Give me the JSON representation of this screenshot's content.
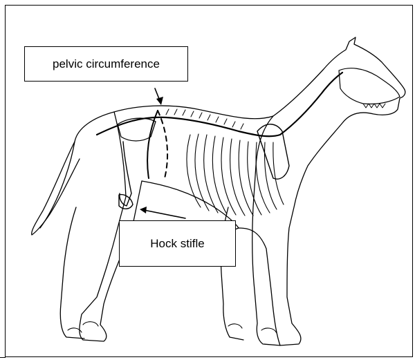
{
  "diagram": {
    "subject": "dog skeleton lateral view",
    "labels": {
      "pelvic": "pelvic circumference",
      "hock": "Hock stifle"
    },
    "colors": {
      "line": "#000000",
      "background": "#ffffff"
    }
  }
}
